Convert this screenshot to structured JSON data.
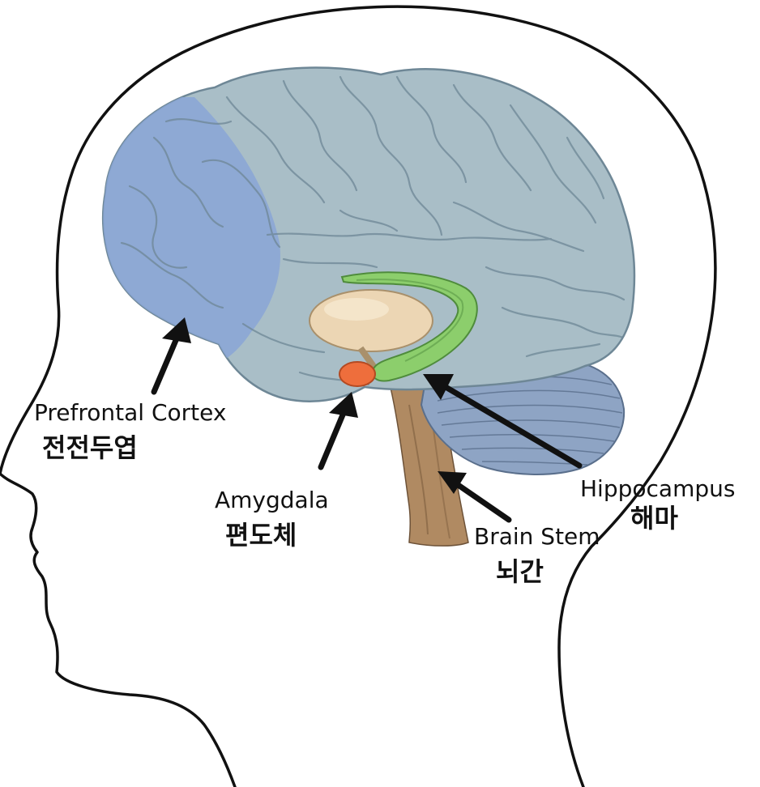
{
  "labels": {
    "prefrontal": {
      "en": "Prefrontal Cortex",
      "ko": "전전두엽"
    },
    "amygdala": {
      "en": "Amygdala",
      "ko": "편도체"
    },
    "hippocampus": {
      "en": "Hippocampus",
      "ko": "해마"
    },
    "brain_stem": {
      "en": "Brain Stem",
      "ko": "뇌간"
    }
  },
  "colors": {
    "brain": "#a9bec7",
    "prefrontal": "#8aa6d6",
    "cerebellum": "#8ea4c4",
    "brain_stem": "#b08a62",
    "thalamus": "#ecd6b4",
    "amygdala": "#ee6e3c",
    "hippocampus": "#8cce6c",
    "outline": "#111111"
  }
}
